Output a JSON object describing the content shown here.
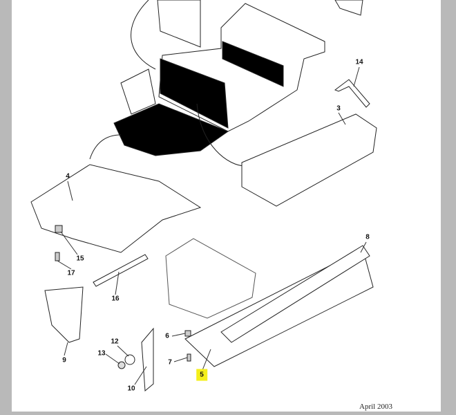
{
  "diagram": {
    "callouts": [
      {
        "id": "14",
        "label": "14"
      },
      {
        "id": "3",
        "label": "3"
      },
      {
        "id": "4",
        "label": "4"
      },
      {
        "id": "15",
        "label": "15"
      },
      {
        "id": "17",
        "label": "17"
      },
      {
        "id": "16",
        "label": "16"
      },
      {
        "id": "8",
        "label": "8"
      },
      {
        "id": "6",
        "label": "6"
      },
      {
        "id": "7",
        "label": "7"
      },
      {
        "id": "5",
        "label": "5",
        "highlighted": true
      },
      {
        "id": "12",
        "label": "12"
      },
      {
        "id": "13",
        "label": "13"
      },
      {
        "id": "9",
        "label": "9"
      },
      {
        "id": "10",
        "label": "10"
      }
    ],
    "highlight_color": "#f4ef1a"
  },
  "footer": {
    "date": "April 2003"
  }
}
